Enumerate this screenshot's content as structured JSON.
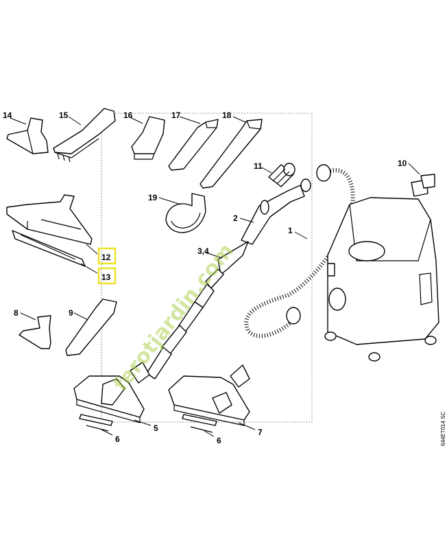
{
  "part_numbers": {
    "p1": "1",
    "p2": "2",
    "p34": "3,4",
    "p5": "5",
    "p6a": "6",
    "p6b": "6",
    "p7": "7",
    "p8": "8",
    "p9": "9",
    "p10": "10",
    "p11": "11",
    "p12": "12",
    "p13": "13",
    "p14": "14",
    "p15": "15",
    "p16": "16",
    "p17": "17",
    "p18": "18",
    "p19": "19"
  },
  "highlighted_parts": [
    "12",
    "13"
  ],
  "highlight_color": "#ece22a",
  "watermark": {
    "text": "ferotjardin.com",
    "color": "#a6cf43"
  },
  "reference_code": "644ET014 SC"
}
